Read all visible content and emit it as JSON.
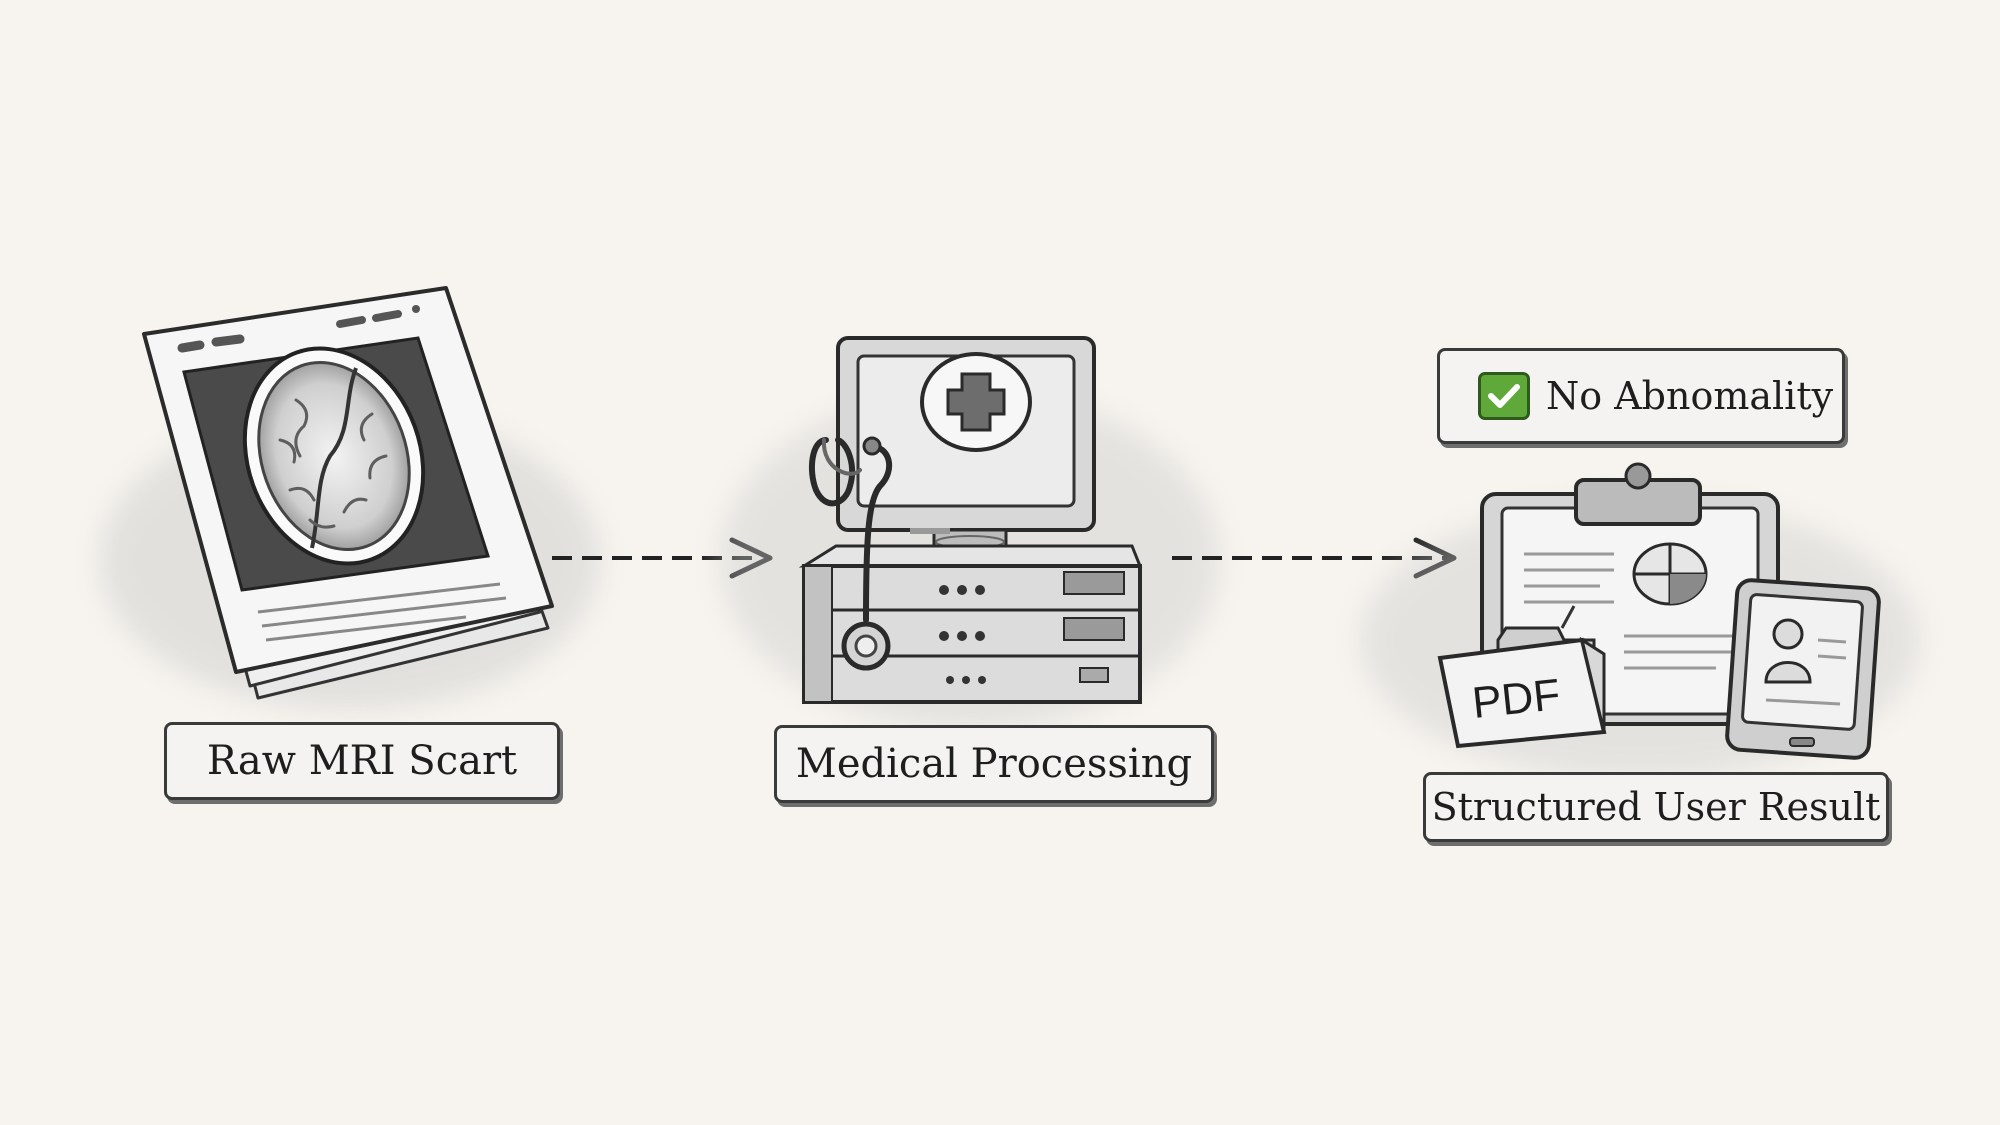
{
  "steps": {
    "raw": {
      "label": "Raw MRI Scart"
    },
    "processing": {
      "label": "Medical Processing"
    },
    "result": {
      "label": "Structured User Result"
    }
  },
  "badge": {
    "text": "No Abnomality",
    "icon": "check-icon",
    "color": "#5fa83a"
  },
  "document": {
    "text": "PDF"
  },
  "icons": [
    "mri-scan-icon",
    "medical-computer-icon",
    "stethoscope-icon",
    "clipboard-report-icon",
    "pdf-document-icon",
    "tablet-profile-icon",
    "arrow-right-icon"
  ],
  "colors": {
    "background": "#f7f4ef",
    "ink": "#2a2a2a",
    "check_green": "#5fa83a"
  }
}
